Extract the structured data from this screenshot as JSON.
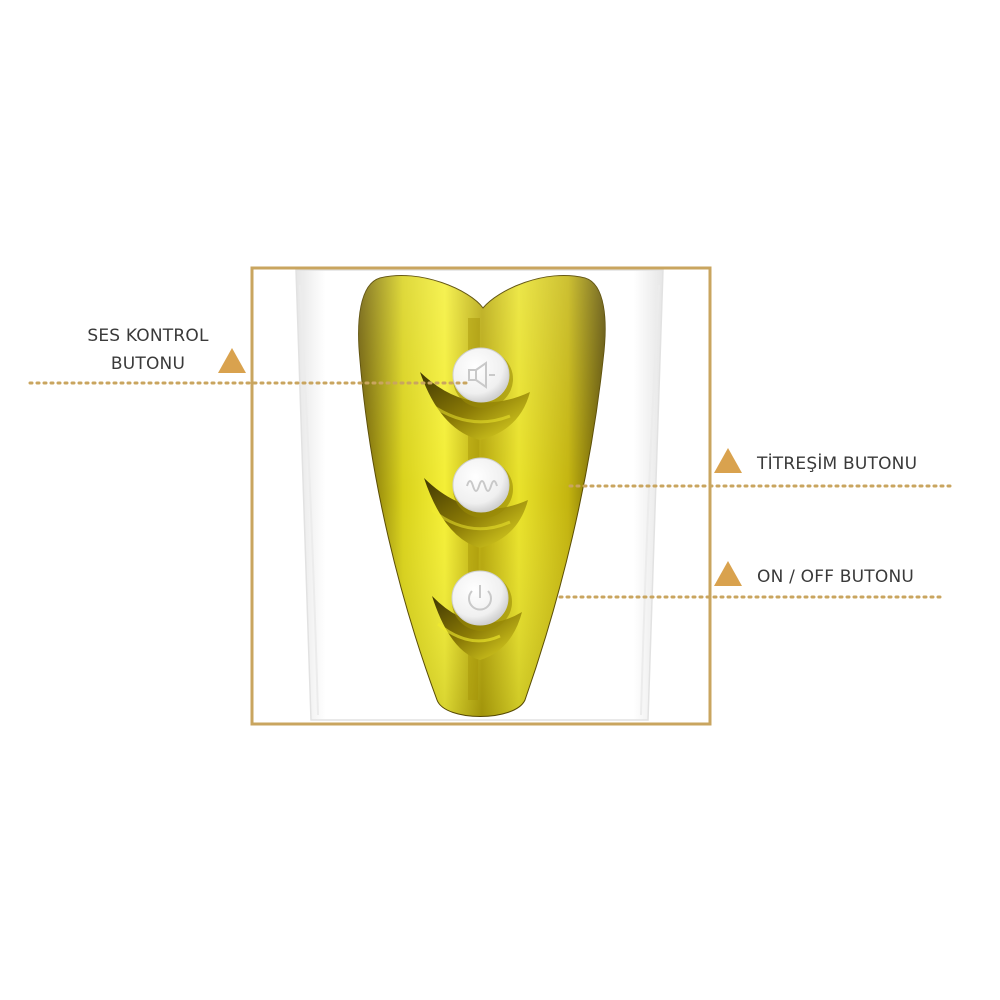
{
  "callouts": {
    "volume": {
      "line1": "SES KONTROL",
      "line2": "BUTONU"
    },
    "vibration": {
      "label": "TİTREŞİM BUTONU"
    },
    "power": {
      "label": "ON / OFF BUTONU"
    }
  },
  "colors": {
    "frame": "#c9a55f",
    "accent_triangle": "#d9a24e",
    "dotted_line": "#c9a55f",
    "gold_light": "#f2ec2f",
    "gold_mid": "#c9b811",
    "gold_dark": "#7d6c05",
    "button_face": "#f4f4f4",
    "text": "#3a3a3a"
  },
  "icons": {
    "volume_button": "speaker-icon",
    "vibration_button": "wave-icon",
    "power_button": "power-icon"
  }
}
